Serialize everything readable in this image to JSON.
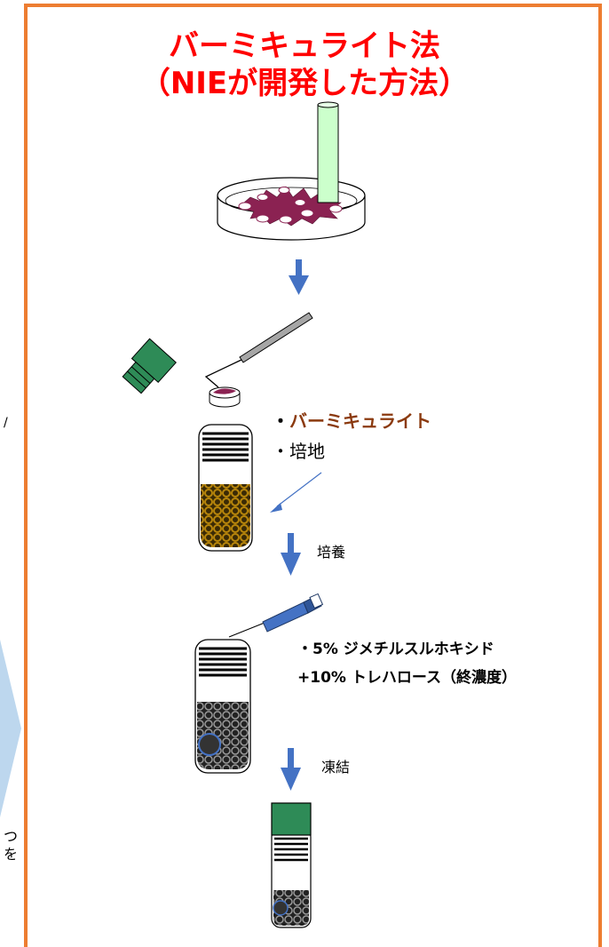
{
  "title": {
    "line1": "バーミキュライト法",
    "line2": "（NIEが開発した方法）"
  },
  "ingredients": {
    "vermiculite_bullet": "・",
    "vermiculite": "バーミキュライト",
    "medium": "・培地"
  },
  "steps": {
    "culture": "培養",
    "freeze": "凍結"
  },
  "cryoprotectant": {
    "line1": "・5% ジメチルスルホキシド",
    "line2": "+10% トレハロース（終濃度）"
  },
  "cropped_left_text": {
    "line1": "つ",
    "line2": "を"
  },
  "colors": {
    "frame": "#ED7D31",
    "title": "#FF0000",
    "vermiculite_text": "#8B3A0F",
    "arrow": "#4472C4",
    "cap_green": "#2E8B57",
    "glass_tube": "#CCFFCC",
    "colony": "#8B2252",
    "pipette": "#4472C4",
    "chevron": "#BDD7EE"
  },
  "icons": [
    "petri-dish-icon",
    "glass-tube-icon",
    "down-arrow-icon",
    "vial-cap-icon",
    "inoculation-loop-icon",
    "agar-piece-icon",
    "culture-vial-icon",
    "pipette-icon",
    "cryovial-icon"
  ]
}
